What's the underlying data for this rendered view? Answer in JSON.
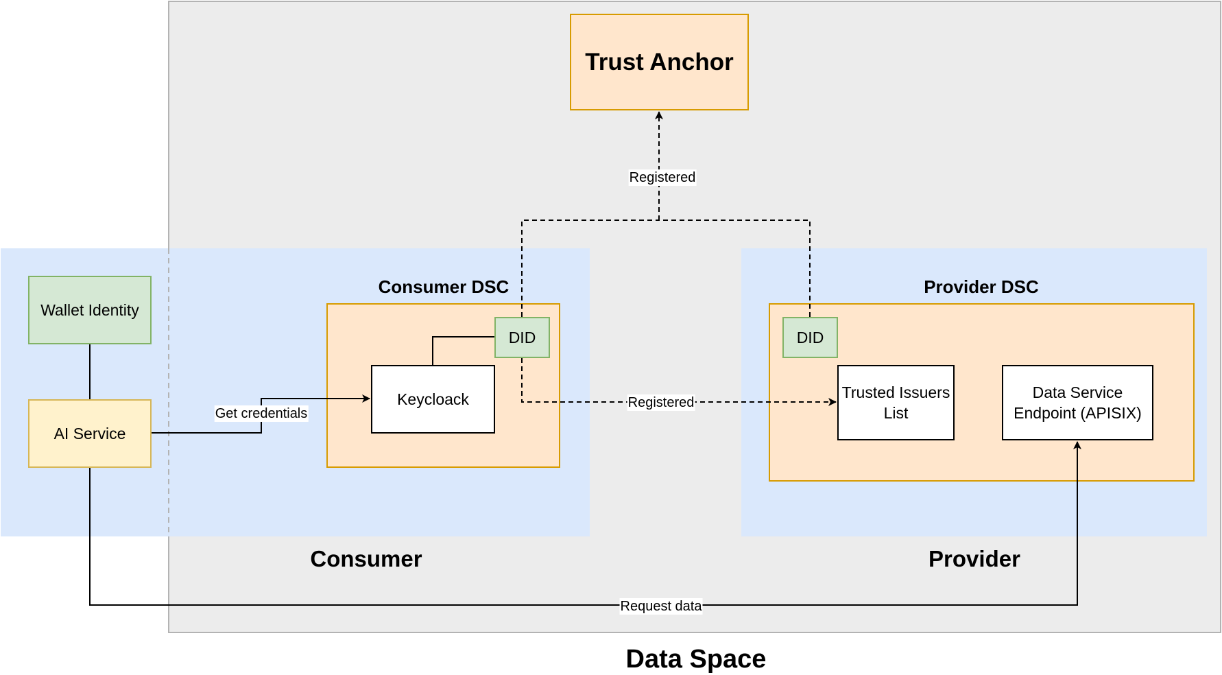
{
  "diagram": {
    "title": "Data Space",
    "zones": {
      "consumer": "Consumer",
      "provider": "Provider"
    },
    "nodes": {
      "trust_anchor": "Trust Anchor",
      "wallet_identity": "Wallet Identity",
      "ai_service": "AI Service",
      "consumer_dsc": "Consumer DSC",
      "consumer_did": "DID",
      "keycloak": "Keycloack",
      "provider_dsc": "Provider DSC",
      "provider_did": "DID",
      "trusted_issuers": "Trusted Issuers List",
      "data_service": "Data Service Endpoint (APISIX)"
    },
    "edges": {
      "registered_trust_anchor": "Registered",
      "get_credentials": "Get credentials",
      "registered_issuers": "Registered",
      "request_data": "Request data"
    },
    "colors": {
      "dataspace_fill": "#ececec",
      "dataspace_border": "#b3b3b3",
      "zone_fill": "#dae8fc",
      "dsc_fill": "#ffe6cc",
      "dsc_border": "#d79b00",
      "did_fill": "#d5e8d4",
      "did_border": "#82b366",
      "ai_fill": "#fff2cc",
      "ai_border": "#d6b656"
    }
  }
}
